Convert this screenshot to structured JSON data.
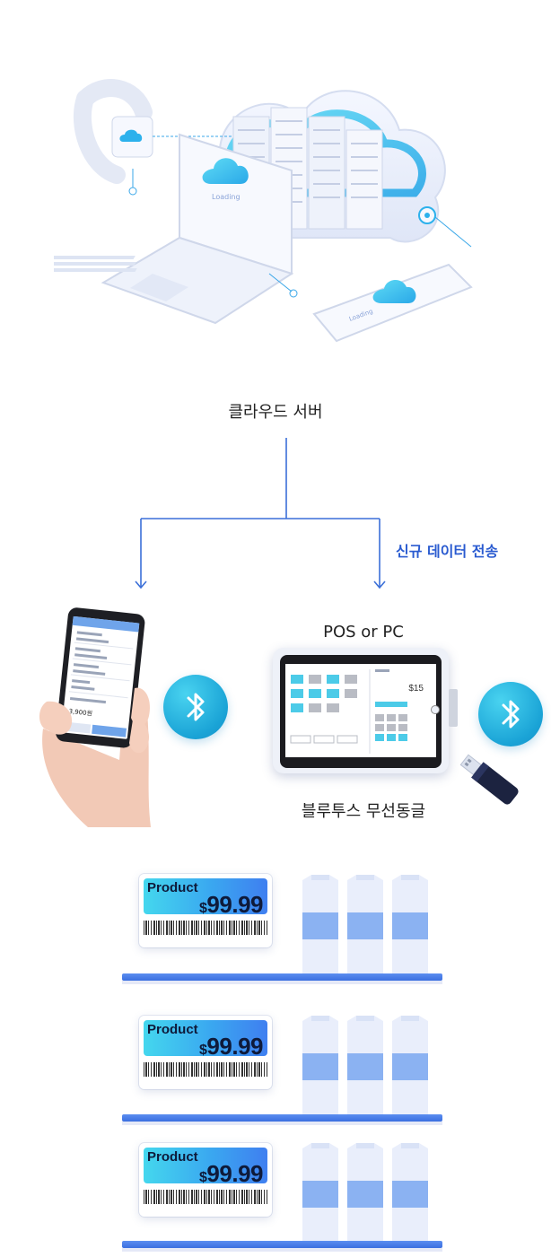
{
  "cloud_label": "클라우드 서버",
  "transfer_label": "신규 데이터 전송",
  "pos_label": "POS or PC",
  "dongle_label": "블루투스 무선동글",
  "pos_screen": {
    "price": "$15"
  },
  "phone_screen": {
    "total": "3,900원"
  },
  "cloud_art": {
    "loading_text": "Loading"
  },
  "tags": [
    {
      "product": "Product",
      "currency": "$",
      "price": "99.99"
    },
    {
      "product": "Product",
      "currency": "$",
      "price": "99.99"
    },
    {
      "product": "Product",
      "currency": "$",
      "price": "99.99"
    }
  ],
  "colors": {
    "accent_blue": "#2a5bd0",
    "line_blue": "#3b6fd8",
    "bluetooth": "#1aa3d6",
    "shelf": "#3b6fe0",
    "cloud_cyan": "#2cc4ee"
  },
  "icons": [
    "bluetooth-icon",
    "cloud-icon",
    "usb-dongle-icon",
    "arrow-down-icon"
  ]
}
